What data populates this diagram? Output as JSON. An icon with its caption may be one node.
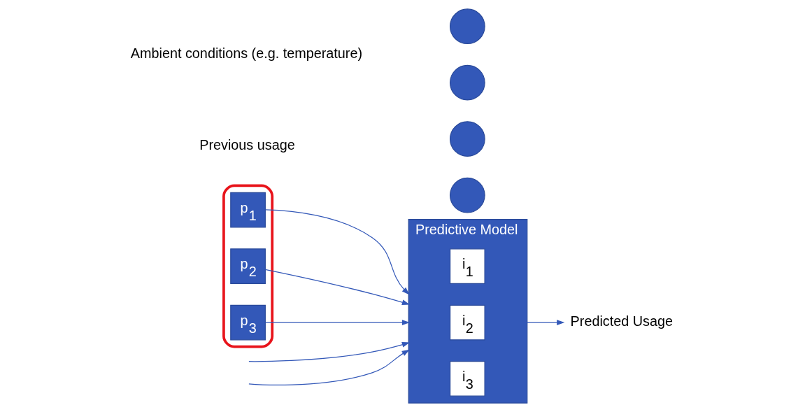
{
  "diagram": {
    "nodes": [
      {
        "text": [],
        "shape": "box"
      },
      {
        "text": [
          "p$_{1}$"
        ],
        "in": 0
      },
      {
        "text": [
          "p$_{2}$"
        ],
        "in": 0
      },
      {
        "text": [
          "p$_{3}$"
        ],
        "in": 0
      },
      {
        "text": [
          "Predictive Model"
        ]
      },
      {
        "text": [
          "i$_{1}$"
        ],
        "in": 4
      },
      {
        "text": [
          "i$_{2}$"
        ],
        "in": 4
      },
      {
        "text": [
          "i$_{3}$"
        ],
        "in": 4
      },
      {
        "text": [],
        "shape": "circle"
      },
      {
        "text": [],
        "shape": "circle"
      },
      {
        "text": [],
        "shape": "circle"
      },
      {
        "text": [],
        "shape": "circle"
      },
      {
        "text": [
          "Predicted Usage"
        ]
      }
    ],
    "edges": [
      {
        "from": 1,
        "to": 4,
        "arrow": "to"
      },
      {
        "from": 2,
        "to": 4,
        "arrow": "to"
      },
      {
        "from": 3,
        "to": 4,
        "arrow": "to"
      },
      {
        "from": null,
        "to": 4,
        "arrow": "to"
      },
      {
        "from": null,
        "to": 4,
        "arrow": "to"
      },
      {
        "from": 4,
        "to": 12,
        "arrow": "to"
      }
    ],
    "labels": [
      "Previous usage",
      "Ambient conditions (e.g. temperature)"
    ]
  }
}
